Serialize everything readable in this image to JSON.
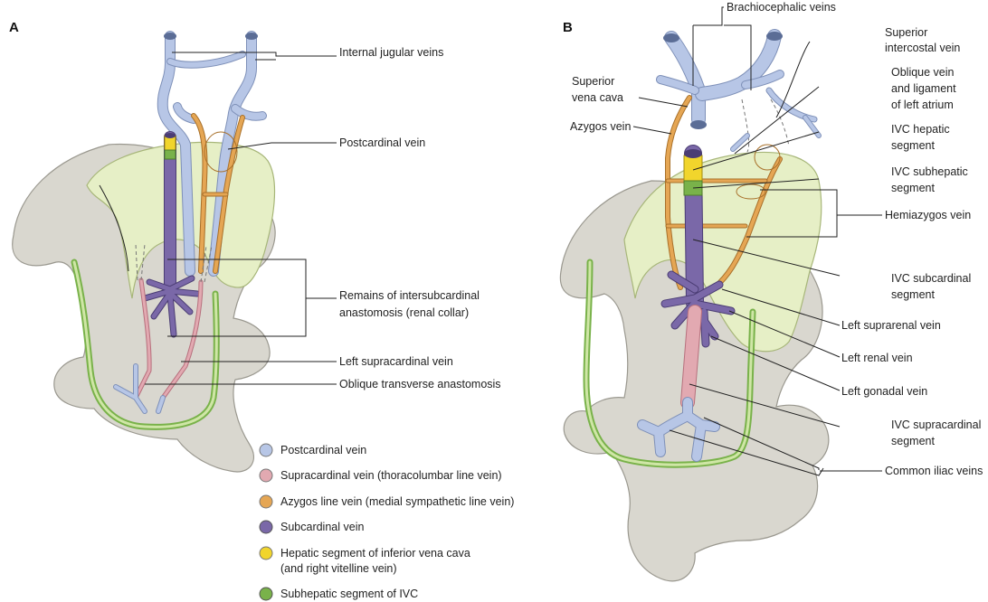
{
  "panels": {
    "a": {
      "letter": "A",
      "labels": {
        "internal_jugular": "Internal jugular veins",
        "postcardinal": "Postcardinal vein",
        "remains_line1": "Remains of intersubcardinal",
        "remains_line2": "anastomosis (renal collar)",
        "left_supracardinal": "Left supracardinal vein",
        "oblique_transverse": "Oblique transverse anastomosis"
      }
    },
    "b": {
      "letter": "B",
      "labels": {
        "brachiocephalic": "Brachiocephalic veins",
        "sup_intercostal_1": "Superior",
        "sup_intercostal_2": "intercostal vein",
        "svc_1": "Superior",
        "svc_2": "vena cava",
        "oblique_1": "Oblique vein",
        "oblique_2": "and ligament",
        "oblique_3": "of left atrium",
        "azygos": "Azygos vein",
        "ivc_hepatic_1": "IVC hepatic",
        "ivc_hepatic_2": "segment",
        "ivc_subhepatic_1": "IVC subhepatic",
        "ivc_subhepatic_2": "segment",
        "hemiazygos": "Hemiazygos vein",
        "ivc_subcardinal_1": "IVC subcardinal",
        "ivc_subcardinal_2": "segment",
        "left_suprarenal": "Left suprarenal vein",
        "left_renal": "Left renal vein",
        "left_gonadal": "Left gonadal vein",
        "ivc_supracardinal_1": "IVC supracardinal",
        "ivc_supracardinal_2": "segment",
        "common_iliac": "Common iliac veins"
      }
    }
  },
  "legend": {
    "items": [
      {
        "label": "Postcardinal vein",
        "color": "#b7c6e6"
      },
      {
        "label": "Supracardinal vein (thoracolumbar line vein)",
        "color": "#e2a9b1"
      },
      {
        "label": "Azygos line vein (medial sympathetic line vein)",
        "color": "#e5a654"
      },
      {
        "label": "Subcardinal vein",
        "color": "#7a68a8"
      },
      {
        "label": "Hepatic segment of inferior vena cava",
        "label_line2": "(and right vitelline vein)",
        "color": "#f1d52c"
      },
      {
        "label": "Subhepatic segment of IVC",
        "color": "#79b24a"
      }
    ]
  }
}
